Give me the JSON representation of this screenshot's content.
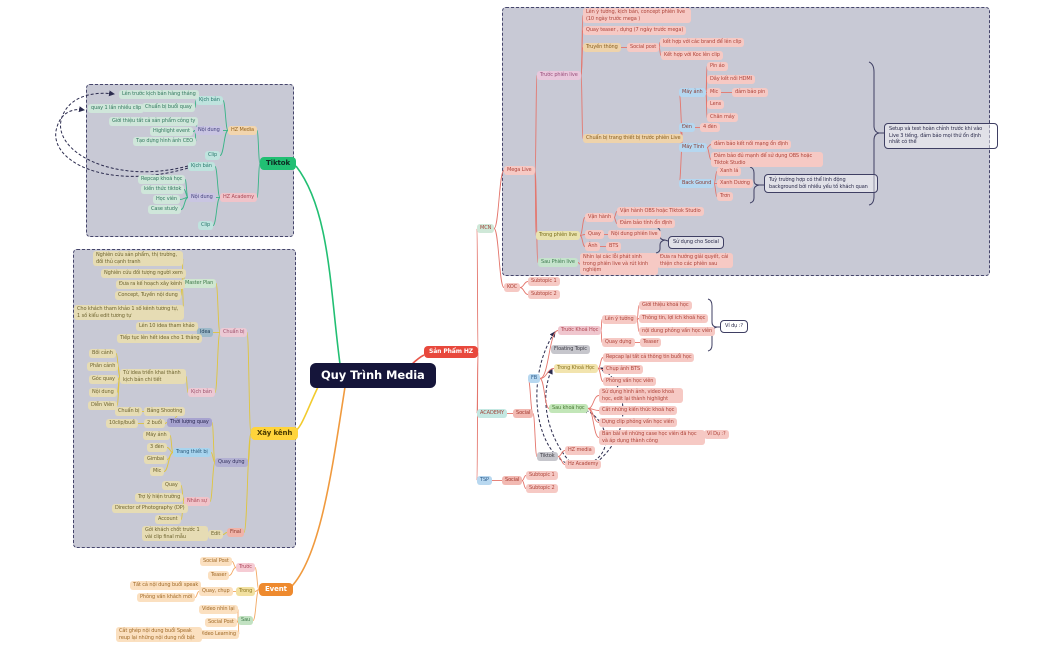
{
  "title": "Quy Trình Media",
  "colors": {
    "center_bg": "#15153a",
    "tiktok_green": "#21bf73",
    "xaykenh_yellow": "#ffd43b",
    "sanpham_red": "#e8483c",
    "event_orange": "#ee8a2e",
    "panel_grey": "#c8c9d5",
    "edge_tiktok": "#38b487",
    "edge_xaykenh": "#dfc53e",
    "edge_red": "#e4766d",
    "edge_event": "#f2a964"
  },
  "nodes": [
    {
      "id": "quy-trinh-media",
      "label": "Quy Trình Media"
    },
    {
      "id": "tiktok",
      "label": "Tiktok"
    },
    {
      "id": "hz-media",
      "label": "HZ Media"
    },
    {
      "id": "kb-media",
      "label": "Kịch bản"
    },
    {
      "id": "len-truoc-kb",
      "label": "Lên trước kịch bản hàng tháng"
    },
    {
      "id": "quay-1-lan",
      "label": "quay 1 lần nhiều clip"
    },
    {
      "id": "cb-buoi-quay",
      "label": "Chuẩn bị buổi quay"
    },
    {
      "id": "nd-media",
      "label": "Nội dung"
    },
    {
      "id": "gioi-thieu-sp",
      "label": "Giới thiệu tất cả sản phẩm công ty"
    },
    {
      "id": "highlight-event",
      "label": "Highlight event"
    },
    {
      "id": "hinh-anh-ceo",
      "label": "Tạo dựng hình ảnh CEO"
    },
    {
      "id": "clip-media",
      "label": "Clip"
    },
    {
      "id": "hz-academy",
      "label": "HZ Academy"
    },
    {
      "id": "kb-academy",
      "label": "Kịch bản"
    },
    {
      "id": "nd-academy",
      "label": "Nội dung"
    },
    {
      "id": "recap-khoa-hoc",
      "label": "Repcap khoá học"
    },
    {
      "id": "kien-thuc-tiktok",
      "label": "kiến thức tiktok"
    },
    {
      "id": "hoc-vien",
      "label": "Học viên"
    },
    {
      "id": "case-study",
      "label": "Case study"
    },
    {
      "id": "clip-academy",
      "label": "Clip"
    },
    {
      "id": "xay-kenh",
      "label": "Xây kênh"
    },
    {
      "id": "chuan-bi",
      "label": "Chuẩn bị"
    },
    {
      "id": "master-plan",
      "label": "Master Plan"
    },
    {
      "id": "nc-san-pham",
      "label": "Nghiên cứu sản phẩm, thị trường, đối thủ cạnh tranh"
    },
    {
      "id": "nc-doi-tuong",
      "label": "Nghiên cứu đối tượng người xem"
    },
    {
      "id": "ke-hoach-xay-kenh",
      "label": "Đưa ra kế hoạch xây kênh"
    },
    {
      "id": "concept-tuyen",
      "label": "Concept, Tuyến nội dung"
    },
    {
      "id": "tham-khao-kenh",
      "label": "Cho khách tham khảo 1 số kênh tương tự, 1 số kiểu edit tương tự"
    },
    {
      "id": "idea",
      "label": "Idea"
    },
    {
      "id": "idea-10",
      "label": "Lên 10 idea tham khảo"
    },
    {
      "id": "idea-thang",
      "label": "Tiếp tục lên hết idea cho 1 tháng"
    },
    {
      "id": "kb-xk",
      "label": "Kịch bản"
    },
    {
      "id": "kb-chi-tiet",
      "label": "Từ idea triển khai thành kịch bản chi tiết"
    },
    {
      "id": "boi-canh",
      "label": "Bối cảnh"
    },
    {
      "id": "phan-canh",
      "label": "Phân cảnh"
    },
    {
      "id": "goc-quay",
      "label": "Góc quay"
    },
    {
      "id": "noi-dung-xk",
      "label": "Nội dung"
    },
    {
      "id": "dien-vien",
      "label": "Diễn Viên"
    },
    {
      "id": "quay-dung",
      "label": "Quay dựng"
    },
    {
      "id": "thoi-luong-quay",
      "label": "Thời lượng quay"
    },
    {
      "id": "hai-buoi",
      "label": "2 buổi"
    },
    {
      "id": "muoi-clip",
      "label": "10clip/buổi"
    },
    {
      "id": "bang-shooting",
      "label": "Bảng Shooting"
    },
    {
      "id": "cb-shooting",
      "label": "Chuẩn bị"
    },
    {
      "id": "trang-thiet-bi",
      "label": "Trang thiết bị"
    },
    {
      "id": "may-anh-xk",
      "label": "Máy ảnh"
    },
    {
      "id": "ba-den",
      "label": "3 đèn"
    },
    {
      "id": "gimbal",
      "label": "Gimbal"
    },
    {
      "id": "mic-xk",
      "label": "Mic"
    },
    {
      "id": "nhan-su",
      "label": "Nhân sự"
    },
    {
      "id": "quay-ns",
      "label": "Quay"
    },
    {
      "id": "tro-ly",
      "label": "Trợ lý hiện trường"
    },
    {
      "id": "dp",
      "label": "Director of Photography (DP)"
    },
    {
      "id": "account",
      "label": "Account"
    },
    {
      "id": "final",
      "label": "Final"
    },
    {
      "id": "edit",
      "label": "Edit"
    },
    {
      "id": "goi-khach-chot",
      "label": "Gởi khách chốt trước 1 vài clip final mẫu"
    },
    {
      "id": "event",
      "label": "Event"
    },
    {
      "id": "truoc-ev",
      "label": "Trước"
    },
    {
      "id": "social-post-truoc",
      "label": "Social Post"
    },
    {
      "id": "teaser-ev",
      "label": "Teaser"
    },
    {
      "id": "trong-ev",
      "label": "Trong"
    },
    {
      "id": "quay-chup",
      "label": "Quay, chụp"
    },
    {
      "id": "noi-dung-speak",
      "label": "Tất cả nội dung buổi speak"
    },
    {
      "id": "pv-khach-moi",
      "label": "Phỏng vấn khách mời"
    },
    {
      "id": "sau-ev",
      "label": "Sau"
    },
    {
      "id": "video-nhin-lai",
      "label": "Video nhìn lại"
    },
    {
      "id": "social-post-sau",
      "label": "Social Post"
    },
    {
      "id": "video-learning",
      "label": "Video Learning"
    },
    {
      "id": "cat-ghep-speak",
      "label": "Cắt ghép nội dung buổi Speak reup lại những nội dung nổi bật"
    },
    {
      "id": "san-pham-hz",
      "label": "Sản Phẩm HZ"
    },
    {
      "id": "mcn",
      "label": "MCN"
    },
    {
      "id": "mega-live",
      "label": "Mega Live"
    },
    {
      "id": "truoc-live",
      "label": "Trước phiên live"
    },
    {
      "id": "len-y-tuong-live",
      "label": "Lên ý tưởng, kịch bản, concept phiên live (10 ngày trước mega )"
    },
    {
      "id": "quay-teaser-live",
      "label": "Quay teaser , dựng (7 ngày trước mega)"
    },
    {
      "id": "truyen-thong",
      "label": "Truyền thông"
    },
    {
      "id": "social-post-live",
      "label": "Social post"
    },
    {
      "id": "brand-clip",
      "label": "kết hợp với các brand để lên clip"
    },
    {
      "id": "koc-clip",
      "label": "Kết hợp với Koc lên clip"
    },
    {
      "id": "cb-thiet-bi-live",
      "label": "Chuẩn bị trang thiết bị trước phiên Live"
    },
    {
      "id": "may-anh-live",
      "label": "Máy ảnh"
    },
    {
      "id": "pin-ao",
      "label": "Pin áo"
    },
    {
      "id": "day-hdmi",
      "label": "Dây kết nối HDMI"
    },
    {
      "id": "mic-live",
      "label": "Mic"
    },
    {
      "id": "dam-bao-pin",
      "label": "đảm bảo pin"
    },
    {
      "id": "lens",
      "label": "Lens"
    },
    {
      "id": "chan-may",
      "label": "Chân máy"
    },
    {
      "id": "den",
      "label": "Đèn"
    },
    {
      "id": "bon-den",
      "label": "4 đèn"
    },
    {
      "id": "may-tinh",
      "label": "Máy Tính"
    },
    {
      "id": "mang-on-dinh",
      "label": "đảm bảo kết nối mạng ổn định"
    },
    {
      "id": "du-manh-obs",
      "label": "Đảm bảo đủ mạnh để sử dụng OBS hoặc Tiktok Studio"
    },
    {
      "id": "background",
      "label": "Back Gound"
    },
    {
      "id": "xanh-la",
      "label": "Xanh lá"
    },
    {
      "id": "xanh-duong",
      "label": "Xanh Dương"
    },
    {
      "id": "tron",
      "label": "Trơn"
    },
    {
      "id": "note-background",
      "label": "Tuỳ trường hợp có thể linh động background bởi nhiều yếu tố khách quan"
    },
    {
      "id": "note-setup",
      "label": "Setup và test hoàn chỉnh trước khi vào Live 3 tiếng, đảm bảo mọi thứ ổn định nhất có thể"
    },
    {
      "id": "trong-live",
      "label": "Trong phiên live"
    },
    {
      "id": "van-hanh",
      "label": "Vận hành"
    },
    {
      "id": "van-hanh-obs",
      "label": "Vận hành OBS hoặc Tiktok Studio"
    },
    {
      "id": "on-dinh",
      "label": "Đảm bảo tính ổn định"
    },
    {
      "id": "quay-live",
      "label": "Quay"
    },
    {
      "id": "nd-phien-live",
      "label": "Nội dung phiên live"
    },
    {
      "id": "anh-live",
      "label": "Ảnh"
    },
    {
      "id": "bts-live",
      "label": "BTS"
    },
    {
      "id": "note-social",
      "label": "Sử dụng cho Social"
    },
    {
      "id": "sau-live",
      "label": "Sau Phiên live"
    },
    {
      "id": "nhin-lai-loi",
      "label": "Nhìn lại các lỗi phát sinh trong phiên live và rút kinh nghiệm"
    },
    {
      "id": "huong-giai-quyet",
      "label": "Đưa ra hướng giải quyết, cải thiện cho các phiên sau"
    },
    {
      "id": "koc",
      "label": "KOC"
    },
    {
      "id": "koc-sub1",
      "label": "Subtopic 1"
    },
    {
      "id": "koc-sub2",
      "label": "Subtopic 2"
    },
    {
      "id": "academy",
      "label": "ACADEMY"
    },
    {
      "id": "social-academy",
      "label": "Social"
    },
    {
      "id": "fb",
      "label": "FB"
    },
    {
      "id": "truoc-kh",
      "label": "Trước Khoá Học"
    },
    {
      "id": "len-y-tuong-kh",
      "label": "Lên ý tưởng"
    },
    {
      "id": "gioi-thieu-kh",
      "label": "Giới thiệu khoá học"
    },
    {
      "id": "thong-tin-kh",
      "label": "Thông tin, lợi ích khoá học"
    },
    {
      "id": "nd-pv-hoc-vien",
      "label": "nội dung phỏng vấn học viên"
    },
    {
      "id": "quay-dung-kh",
      "label": "Quay dựng"
    },
    {
      "id": "teaser-kh",
      "label": "Teaser"
    },
    {
      "id": "note-vi-du",
      "label": "Ví dụ :?"
    },
    {
      "id": "floating-topic",
      "label": "Floating Topic"
    },
    {
      "id": "trong-kh",
      "label": "Trong Khoá Học"
    },
    {
      "id": "recap-buoi-hoc",
      "label": "Repcap lại tất cả thông tin buổi học"
    },
    {
      "id": "chup-anh-bts",
      "label": "Chụp ảnh BTS"
    },
    {
      "id": "pv-hoc-vien",
      "label": "Phỏng vấn học viên"
    },
    {
      "id": "sau-kh",
      "label": "Sau khoá học"
    },
    {
      "id": "su-dung-hinh-anh",
      "label": "Sử dụng hình ảnh, video khoá học, edit lại thành highlight"
    },
    {
      "id": "cat-kien-thuc",
      "label": "Cắt những kiến thức khoá học"
    },
    {
      "id": "dung-clip-pv",
      "label": "Dựng clip phỏng vấn học viên"
    },
    {
      "id": "ban-bai-case",
      "label": "Bản bài về những case học viên đã học và áp dụng thành công"
    },
    {
      "id": "vi-du-2",
      "label": "Ví Dụ :?"
    },
    {
      "id": "tiktok-academy",
      "label": "Tiktok"
    },
    {
      "id": "hz-media-2",
      "label": "HZ media"
    },
    {
      "id": "hz-academy-2",
      "label": "Hz Academy"
    },
    {
      "id": "tsp",
      "label": "TSP"
    },
    {
      "id": "social-tsp",
      "label": "Social"
    },
    {
      "id": "tsp-sub1",
      "label": "Subtopic 1"
    },
    {
      "id": "tsp-sub2",
      "label": "Subtopic 2"
    }
  ]
}
